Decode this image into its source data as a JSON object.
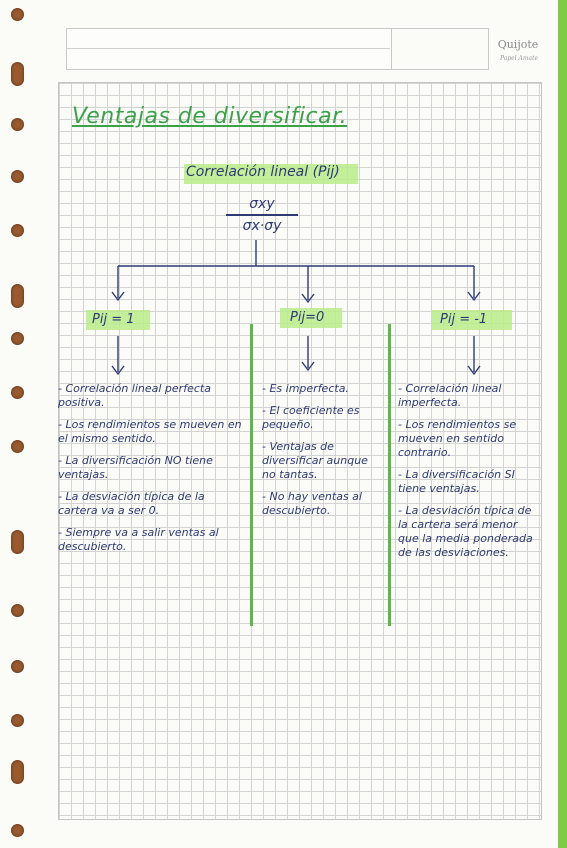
{
  "header": {
    "brand": "Quijote",
    "brand_sub": "Papel Amate"
  },
  "title": "Ventajas de diversificar.",
  "subtitle": "Correlación lineal (Pij)",
  "formula": {
    "numerator": "σxy",
    "denominator": "σx·σy"
  },
  "branches": [
    {
      "label": "Pij = 1",
      "items": [
        "- Correlación lineal perfecta positiva.",
        "- Los rendimientos se mueven en el mismo sentido.",
        "- La diversificación NO tiene ventajas.",
        "- La desviación típica de la cartera va a ser 0.",
        "- Siempre va a salir ventas al descubierto."
      ]
    },
    {
      "label": "Pij=0",
      "items": [
        "- Es imperfecta.",
        "- El coeficiente es pequeño.",
        "- Ventajas de diversificar aunque no tantas.",
        "- No hay ventas al descubierto."
      ]
    },
    {
      "label": "Pij = -1",
      "items": [
        "- Correlación lineal imperfecta.",
        "- Los rendimientos se mueven en sentido contrario.",
        "- La diversificación SI tiene ventajas.",
        "- La desviación típica de la cartera será menor que la media ponderada de las desviaciones."
      ]
    }
  ],
  "colors": {
    "ink": "#2e3a74",
    "green": "#3aa34a",
    "highlight": "#b8ec8a"
  }
}
